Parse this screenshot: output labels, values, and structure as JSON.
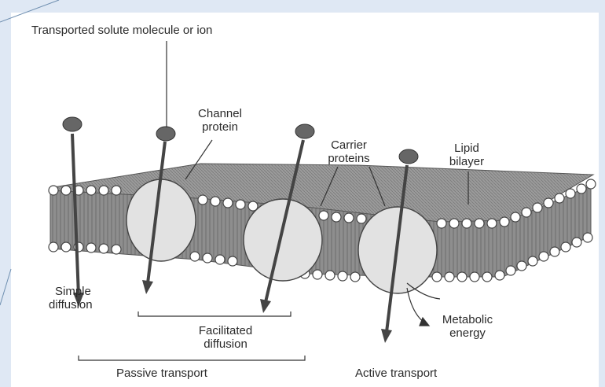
{
  "diagram": {
    "labels": {
      "transported_solute": "Transported solute molecule or ion",
      "channel_protein": [
        "Channel",
        "protein"
      ],
      "carrier_proteins": [
        "Carrier",
        "proteins"
      ],
      "lipid_bilayer": [
        "Lipid",
        "bilayer"
      ],
      "simple_diffusion": [
        "Simple",
        "diffusion"
      ],
      "facilitated_diffusion": [
        "Facilitated",
        "diffusion"
      ],
      "metabolic_energy": [
        "Metabolic",
        "energy"
      ],
      "passive_transport": "Passive transport",
      "active_transport": "Active transport"
    },
    "colors": {
      "background": "#dfe8f4",
      "plate": "#ffffff",
      "membrane_top": "#8a8a8a",
      "membrane_core": "#9b9b9b",
      "protein": "#e2e2e2",
      "ink": "#2a2a2a"
    }
  }
}
